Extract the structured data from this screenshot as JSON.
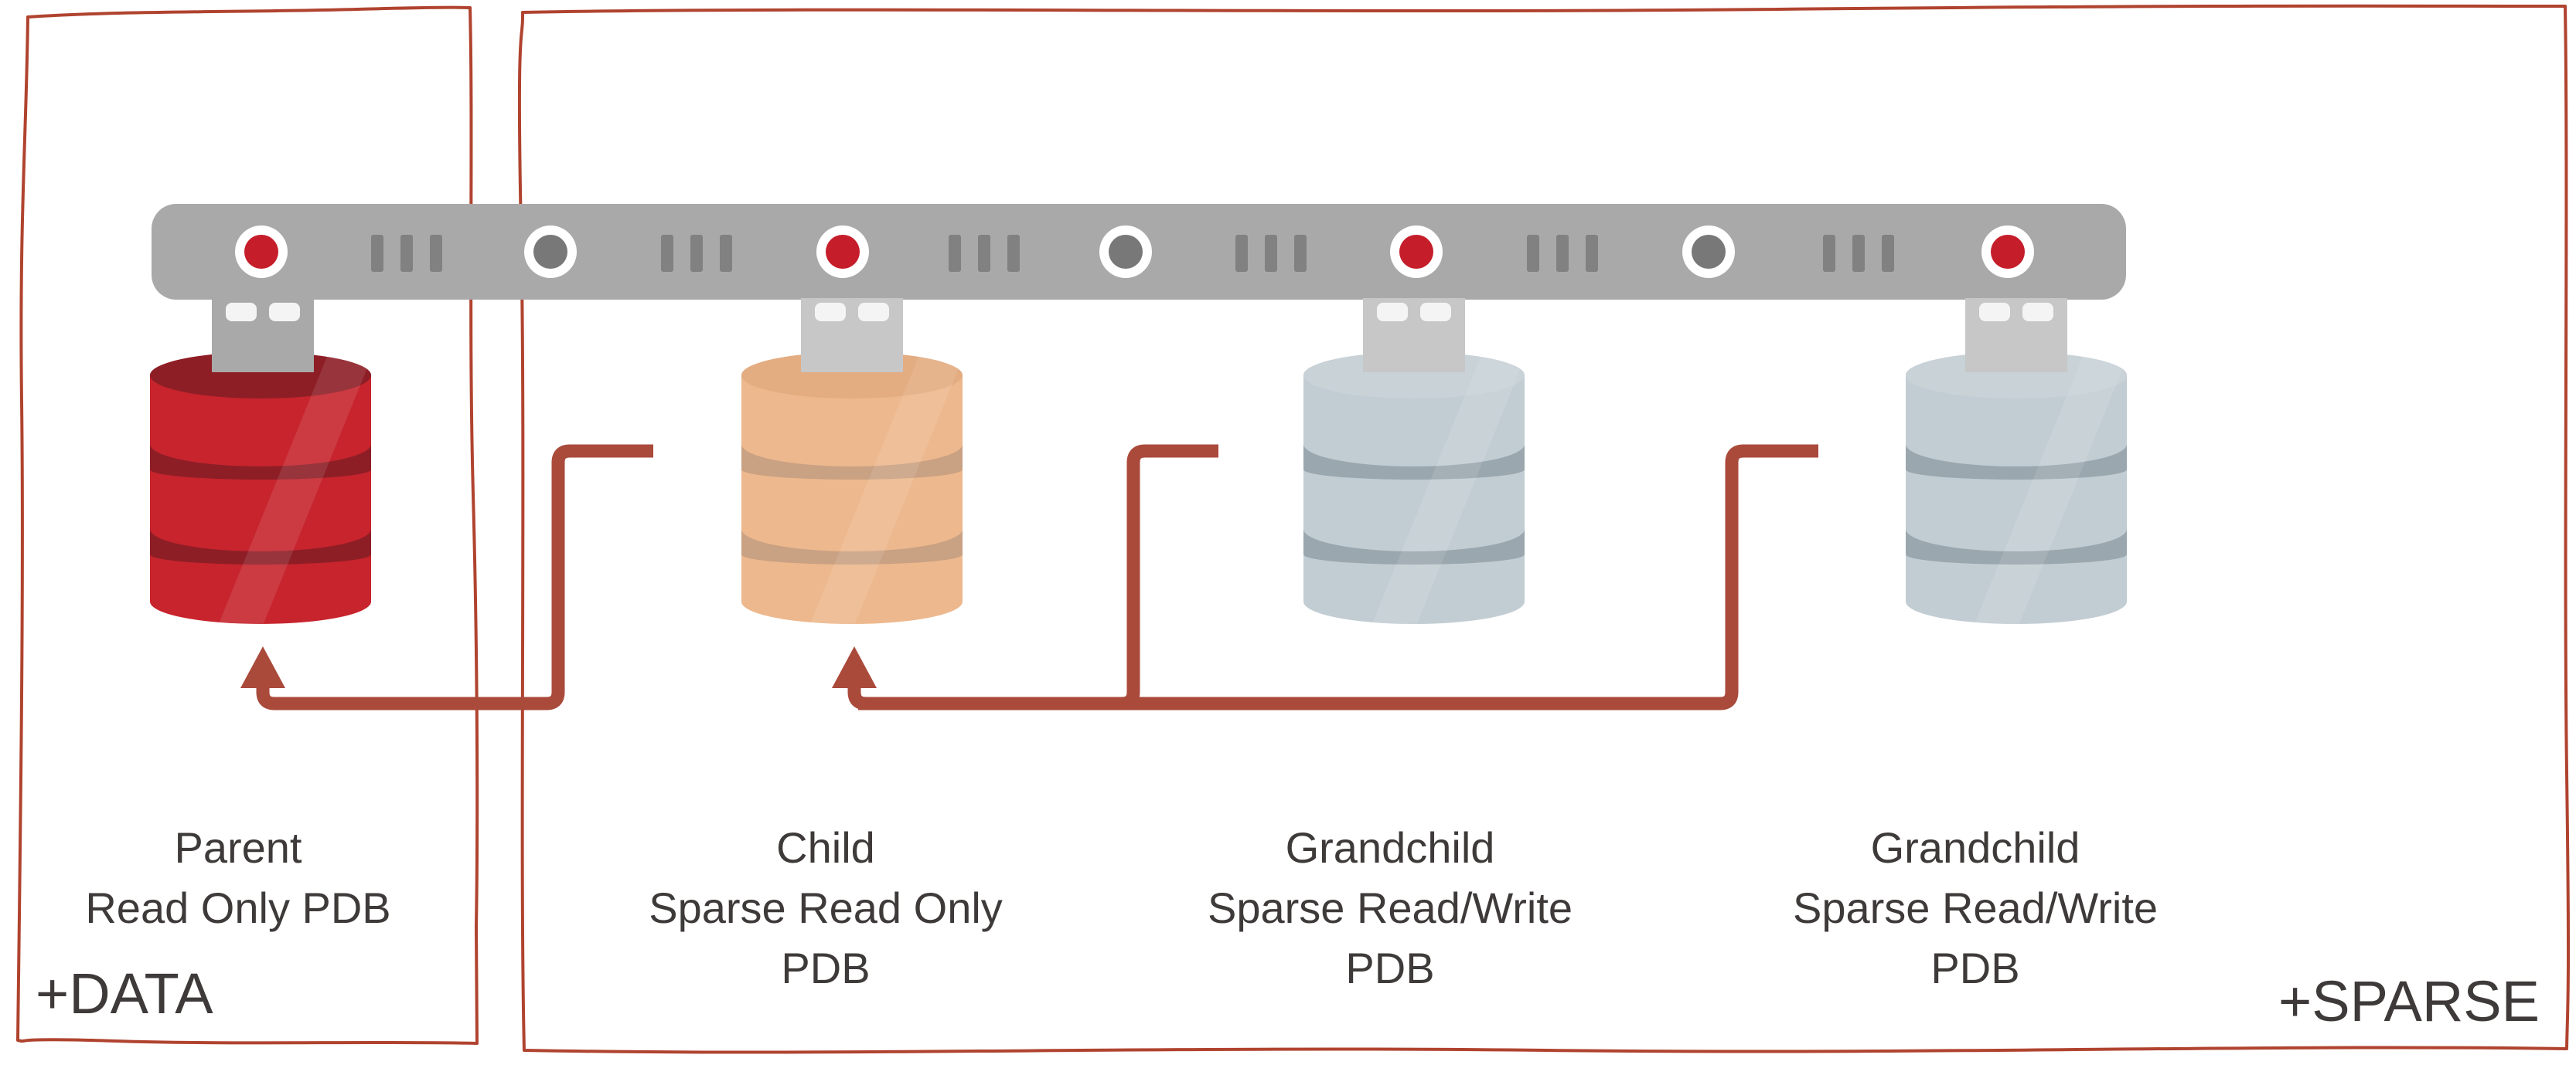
{
  "diagram_type": "oracle-sparse-clone-pdb-architecture",
  "groups": [
    {
      "id": "data",
      "label": "+DATA"
    },
    {
      "id": "sparse",
      "label": "+SPARSE"
    }
  ],
  "pdbs": [
    {
      "name": "parent",
      "group": "+DATA",
      "icon": "database-cylinder-icon",
      "style": "red",
      "lines": [
        "Parent",
        "Read Only PDB",
        ""
      ]
    },
    {
      "name": "child",
      "group": "+SPARSE",
      "icon": "database-cylinder-icon",
      "style": "orange",
      "lines": [
        "Child",
        "Sparse Read Only",
        "PDB"
      ]
    },
    {
      "name": "grandchild-1",
      "group": "+SPARSE",
      "icon": "database-cylinder-icon",
      "style": "gray",
      "lines": [
        "Grandchild",
        "Sparse Read/Write",
        "PDB"
      ]
    },
    {
      "name": "grandchild-2",
      "group": "+SPARSE",
      "icon": "database-cylinder-icon",
      "style": "gray",
      "lines": [
        "Grandchild",
        "Sparse Read/Write",
        "PDB"
      ]
    }
  ],
  "icons": [
    "server-bar-icon",
    "led-indicator-icon",
    "vent-slots-icon",
    "connector-tab-icon",
    "database-cylinder-icon",
    "clone-arrow-icon",
    "hand-drawn-box-icon"
  ],
  "arrows": [
    {
      "from": "child",
      "to": "parent"
    },
    {
      "from": "grandchild-1",
      "to": "child"
    },
    {
      "from": "grandchild-2",
      "to": "child"
    }
  ],
  "colors": {
    "background": "#FFFFFF",
    "bar_gray": "#A9A9A9",
    "vent_gray": "#818181",
    "led_ring": "#FFFFFF",
    "led_red": "#C51D2A",
    "led_gray": "#787878",
    "connector_gray": "#A9A9A9",
    "connector_light": "#C7C7C7",
    "square_white": "#F4F4F4",
    "red_body": "#C7242D",
    "red_dark": "#8D1E26",
    "orange_body": "#EDB88D",
    "orange_top": "#E3AC81",
    "orange_band": "#C9A183",
    "gray_body": "#C2CDD3",
    "gray_top": "#C8D2D7",
    "gray_band": "#9AA7AE",
    "arrow_red": "#A94A3B",
    "border_red": "#B0432F",
    "text_dark": "#3E3A39"
  }
}
